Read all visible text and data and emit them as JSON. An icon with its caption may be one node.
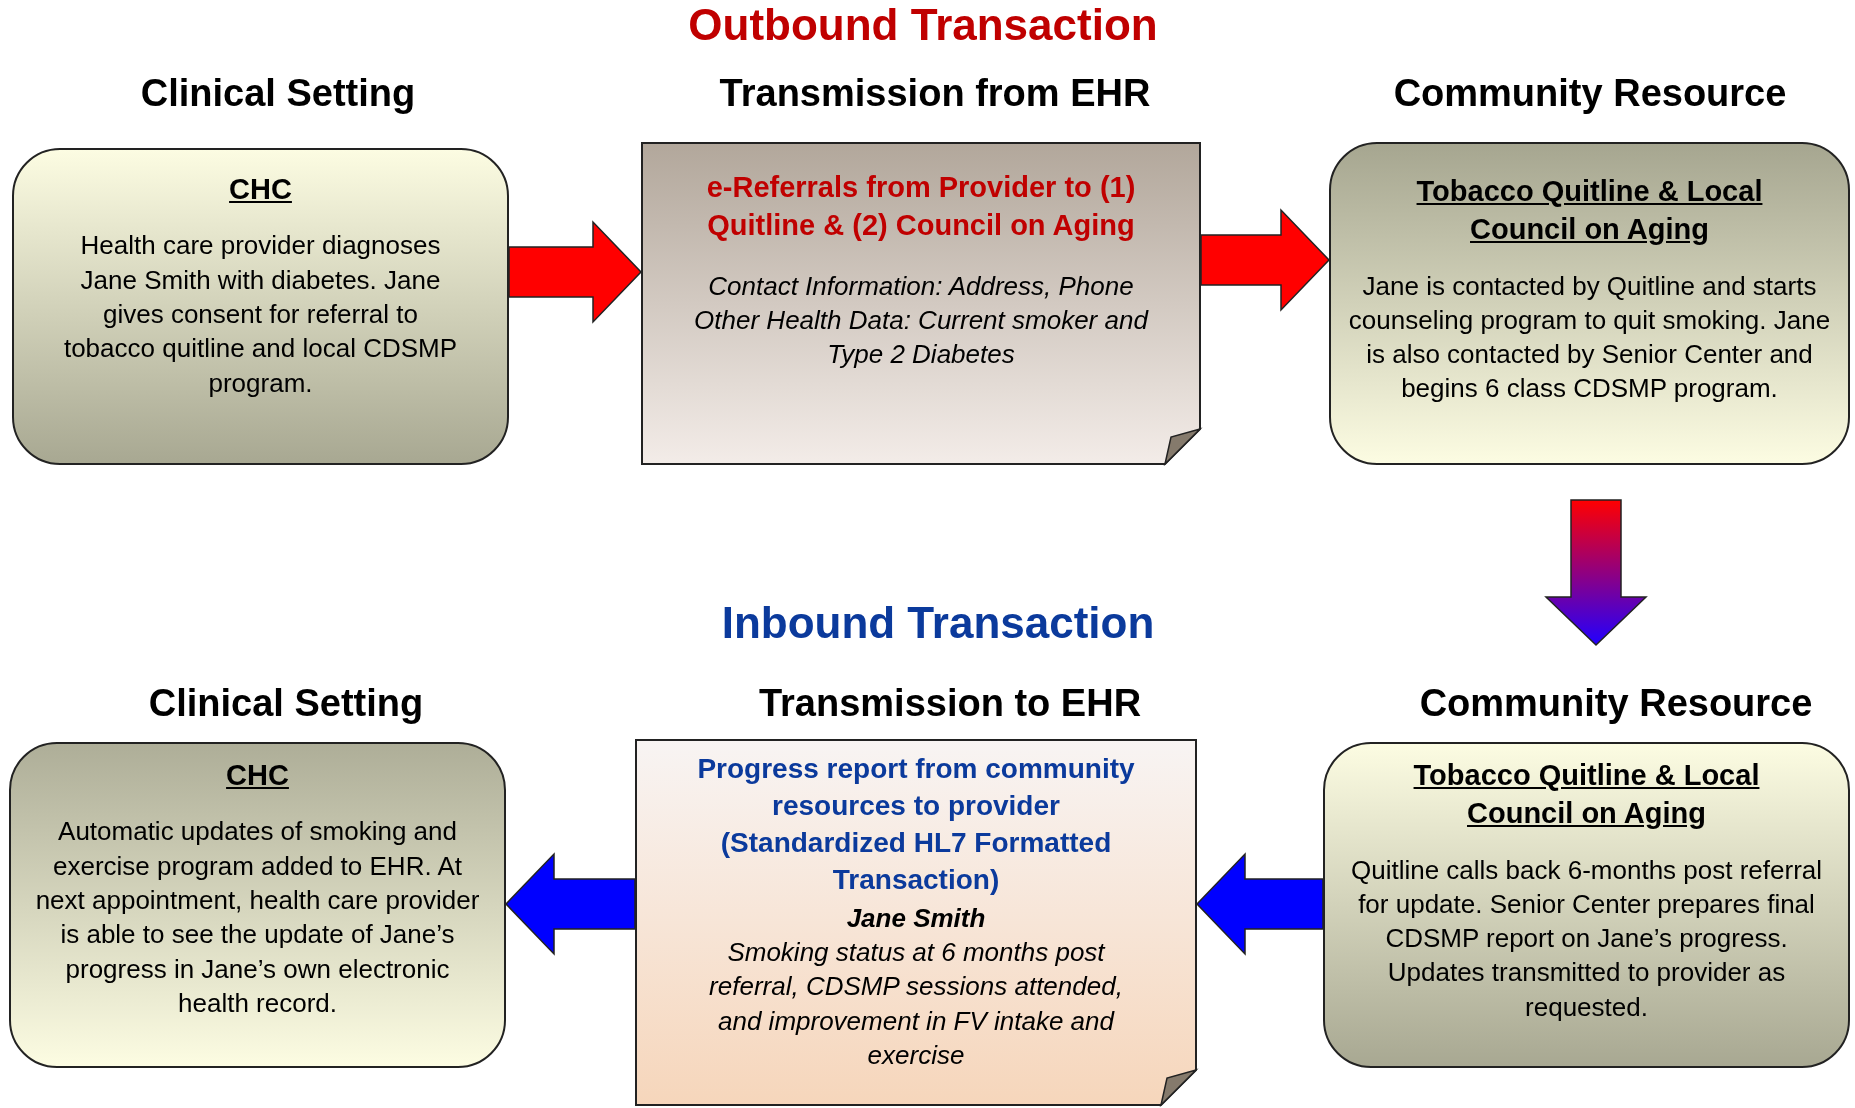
{
  "diagram": {
    "title": "Outbound Transaction",
    "nodes": [
      {
        "text": [
          "CHC",
          "Health care provider diagnoses Jane Smith with diabetes. Jane gives consent for referral to tobacco quitline and local CDSMP program."
        ]
      },
      {
        "text": [
          "e-Referrals from Provider to (1) Quitline & (2) Council on Aging",
          "Contact Information: Address, Phone Other Health Data: Current smoker and Type 2 Diabetes"
        ]
      },
      {
        "text": [
          "Tobacco Quitline & Local Council on Aging",
          "Jane is contacted by Quitline and starts counseling program to quit smoking. Jane is also contacted by Senior Center and begins 6 class CDSMP program."
        ]
      },
      {
        "text": [
          "CHC",
          "Automatic updates of smoking and exercise program added to EHR. At next appointment, health care provider is able to see the update of Jane’s progress in Jane’s own electronic health record."
        ]
      },
      {
        "text": [
          "Progress report from community resources to provider (Standardized HL7 Formatted Transaction)",
          "Jane Smith",
          "Smoking status at 6 months post referral, CDSMP sessions attended, and improvement in FV intake and exercise"
        ]
      },
      {
        "text": [
          "Tobacco Quitline & Local Council on Aging",
          "Quitline calls back 6-months post referral for update. Senior Center prepares final CDSMP report on Jane’s progress. Updates transmitted to provider as requested."
        ]
      }
    ],
    "edges": [
      {
        "from": 0,
        "to": 1,
        "arrow": "to",
        "color": "#ff0000"
      },
      {
        "from": 1,
        "to": 2,
        "arrow": "to",
        "color": "#ff0000"
      },
      {
        "from": 2,
        "to": 5,
        "arrow": "to"
      },
      {
        "from": 5,
        "to": 4,
        "arrow": "to",
        "color": "#0000ff"
      },
      {
        "from": 4,
        "to": 3,
        "arrow": "to",
        "color": "#0000ff"
      }
    ],
    "labels": [
      "Clinical Setting",
      "Transmission from EHR",
      "Community Resource",
      "Inbound Transaction",
      "Clinical Setting",
      "Transmission to EHR",
      "Community Resource"
    ]
  }
}
